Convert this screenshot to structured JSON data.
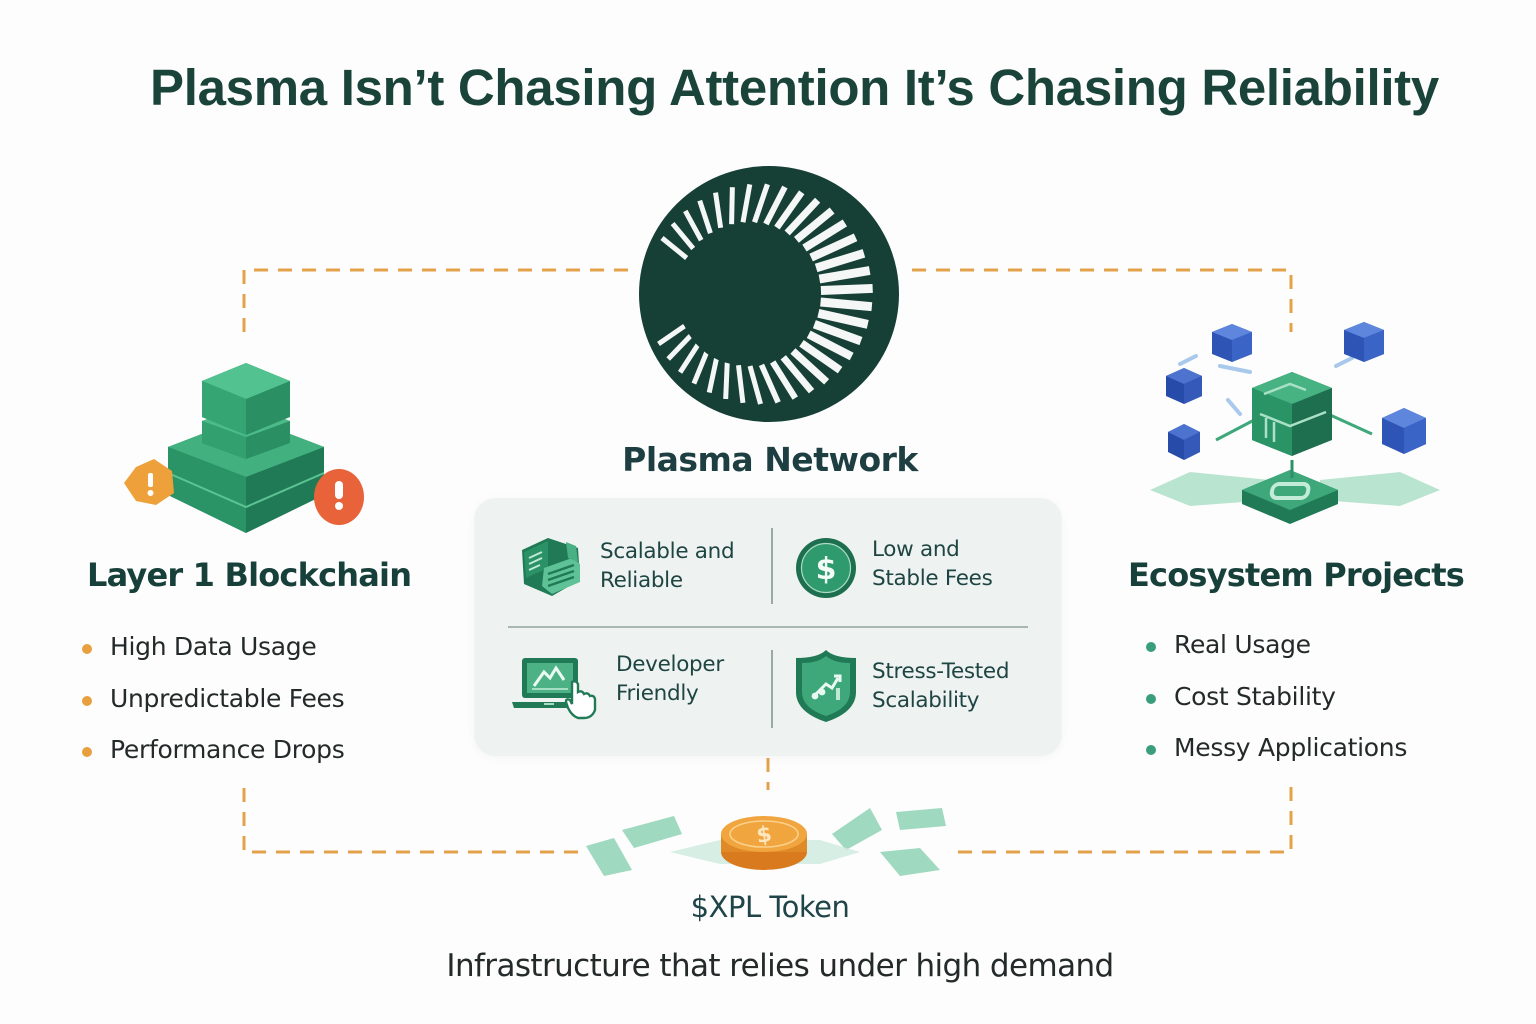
{
  "title": "Plasma Isn’t Chasing Attention It’s Chasing Reliability",
  "center": {
    "logo_icon": "plasma-network-logo",
    "label": "Plasma Network",
    "features": [
      {
        "label": "Scalable and\nReliable",
        "icon": "stacked-server-icon"
      },
      {
        "label": "Low and\nStable Fees",
        "icon": "dollar-coin-icon"
      },
      {
        "label": "Developer\nFriendly",
        "icon": "laptop-pointer-icon"
      },
      {
        "label": "Stress-Tested\nScalability",
        "icon": "shield-chart-icon"
      }
    ]
  },
  "left": {
    "title": "Layer 1 Blockchain",
    "illustration": "stacked-blocks-warning-icon",
    "bullets": [
      "High Data Usage",
      "Unpredictable Fees",
      "Performance Drops"
    ],
    "bullet_color": "#e8a03e"
  },
  "right": {
    "title": "Ecosystem Projects",
    "illustration": "connected-cubes-icon",
    "bullets": [
      "Real Usage",
      "Cost Stability",
      "Messy Applications"
    ],
    "bullet_color": "#3a9e7b"
  },
  "token": {
    "label": "$XPL Token",
    "illustration": "gold-coin-icon"
  },
  "tagline": "Infrastructure that relies under high demand",
  "colors": {
    "primary_dark": "#163f35",
    "green": "#2f9a6e",
    "connector": "#e3a24a",
    "cube_blue": "#3b63c8",
    "coin": "#e9962f"
  }
}
